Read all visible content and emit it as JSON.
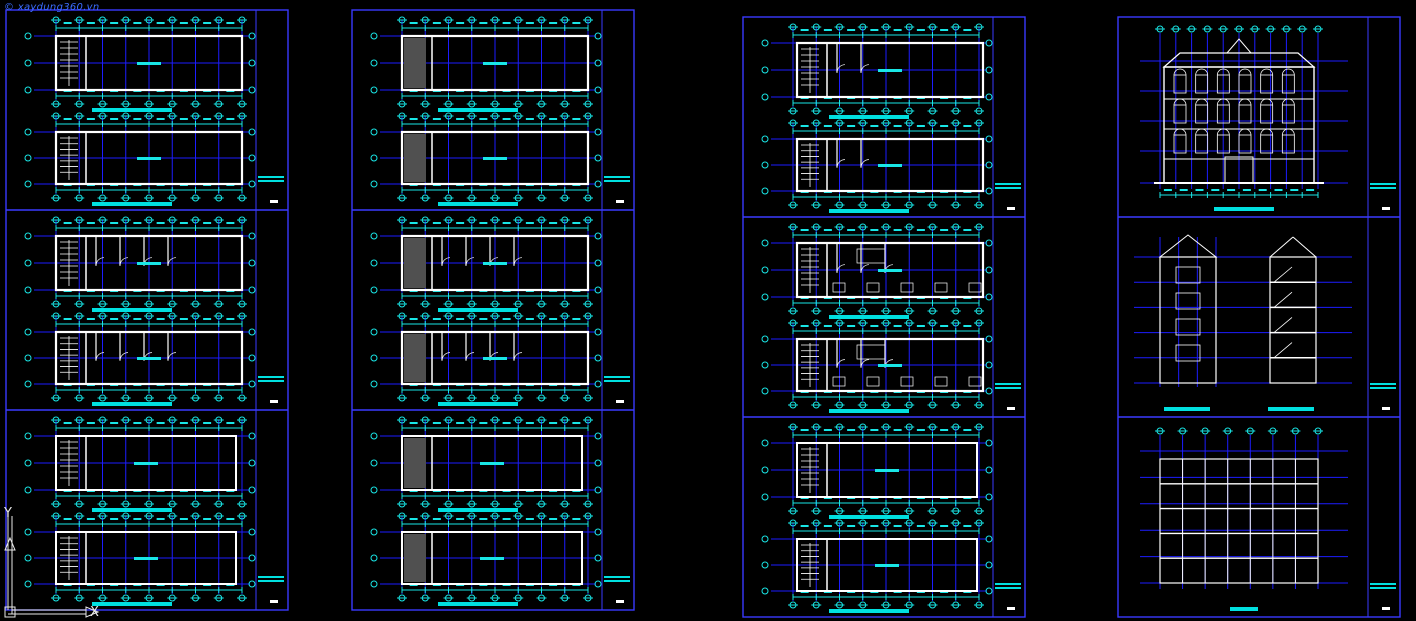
{
  "app": {
    "watermark": "© xaydung360.vn"
  },
  "ucs": {
    "x_label": "X",
    "y_label": "Y"
  },
  "colors": {
    "background": "#000000",
    "frame": "#3a3aff",
    "grid": "#1d1dff",
    "grid_bright": "#3b6bff",
    "dimension": "#19e6e6",
    "wall": "#ffffff",
    "title_bar": "#00e0e0",
    "fill": "#505050",
    "accent": "#ff3030"
  },
  "sheets": [
    {
      "id": "A",
      "panels": [
        {
          "type": "plan2",
          "stairs": true,
          "dark": false,
          "rooms": 0
        },
        {
          "type": "plan2",
          "stairs": true,
          "dark": false,
          "rooms": 4
        },
        {
          "type": "plan2",
          "stairs": true,
          "dark": false,
          "rooms": 0,
          "roof": true
        }
      ]
    },
    {
      "id": "B",
      "panels": [
        {
          "type": "plan2",
          "stairs": false,
          "dark": true,
          "rooms": 0
        },
        {
          "type": "plan2",
          "stairs": false,
          "dark": true,
          "rooms": 4
        },
        {
          "type": "plan2",
          "stairs": false,
          "dark": true,
          "rooms": 0,
          "roof": true
        }
      ]
    },
    {
      "id": "C",
      "panels": [
        {
          "type": "plan2",
          "stairs": true,
          "dark": false,
          "rooms": 2,
          "separate": true
        },
        {
          "type": "plan2",
          "stairs": true,
          "dark": false,
          "rooms": 3,
          "separate": true,
          "furniture": true
        },
        {
          "type": "plan2",
          "stairs": true,
          "dark": false,
          "rooms": 0,
          "separate": true,
          "roof": true
        }
      ]
    },
    {
      "id": "D",
      "panels": [
        {
          "type": "elevation",
          "separate": true
        },
        {
          "type": "sections",
          "separate": true
        },
        {
          "type": "bigsection",
          "separate": true
        }
      ]
    }
  ]
}
